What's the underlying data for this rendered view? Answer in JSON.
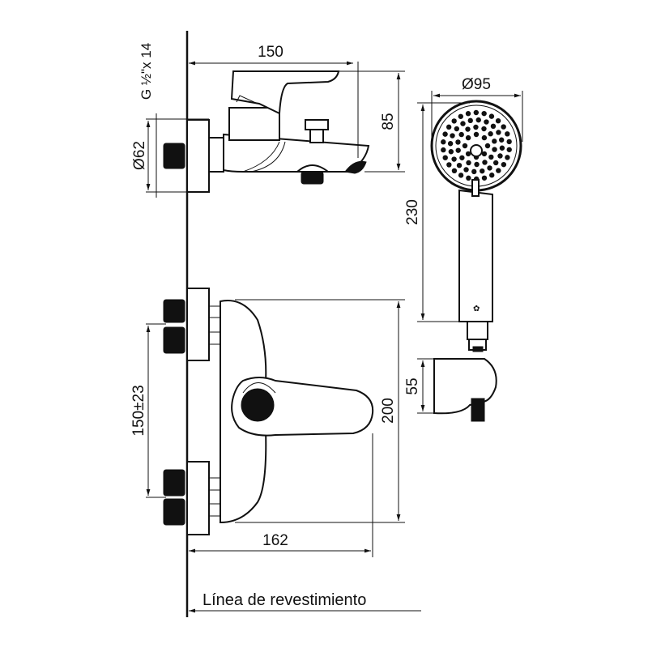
{
  "title": "Bath mixer with hand shower - technical dimensions",
  "dimensions": {
    "spout_length": "150",
    "thread": "G ½\"x 14",
    "plate_diameter": "Ø62",
    "body_height": "85",
    "shower_head_diameter": "Ø95",
    "shower_length": "230",
    "inlet_spacing": "150±23",
    "front_height": "200",
    "holder_height": "55",
    "front_width": "162"
  },
  "wall_label": "Línea de revestimiento",
  "colors": {
    "line": "#111111",
    "background": "#ffffff"
  }
}
